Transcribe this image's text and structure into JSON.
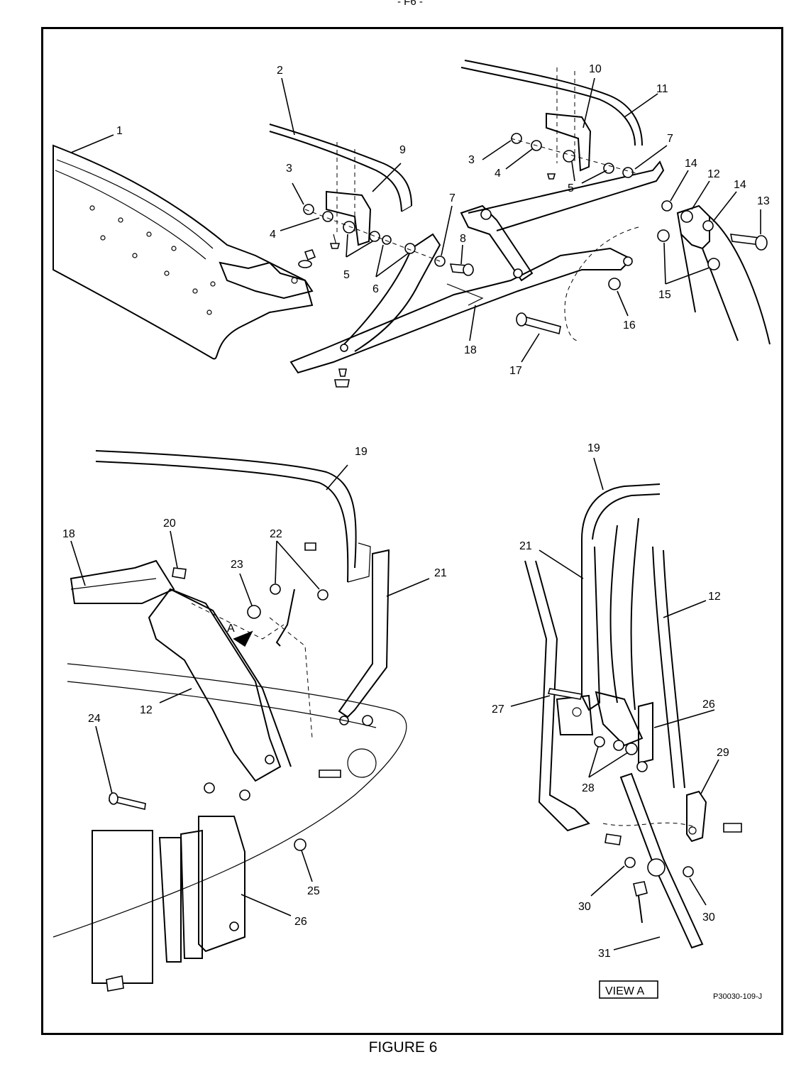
{
  "page_header": "- F6 -",
  "figure_caption": "FIGURE 6",
  "view_label": "VIEW A",
  "reference_code": "P30030-109-J",
  "view_arrow_label": "A",
  "callouts": {
    "c1": "1",
    "c2": "2",
    "c3a": "3",
    "c3b": "3",
    "c4a": "4",
    "c4b": "4",
    "c5a": "5",
    "c5b": "5",
    "c6": "6",
    "c7a": "7",
    "c7b": "7",
    "c8": "8",
    "c9": "9",
    "c10": "10",
    "c11": "11",
    "c12a": "12",
    "c12b": "12",
    "c12c": "12",
    "c13": "13",
    "c14a": "14",
    "c14b": "14",
    "c15": "15",
    "c16": "16",
    "c17": "17",
    "c18a": "18",
    "c18b": "18",
    "c19a": "19",
    "c19b": "19",
    "c20": "20",
    "c21a": "21",
    "c21b": "21",
    "c22": "22",
    "c23": "23",
    "c24": "24",
    "c25": "25",
    "c26a": "26",
    "c26b": "26",
    "c27": "27",
    "c28": "28",
    "c29": "29",
    "c30a": "30",
    "c30b": "30",
    "c31": "31"
  }
}
